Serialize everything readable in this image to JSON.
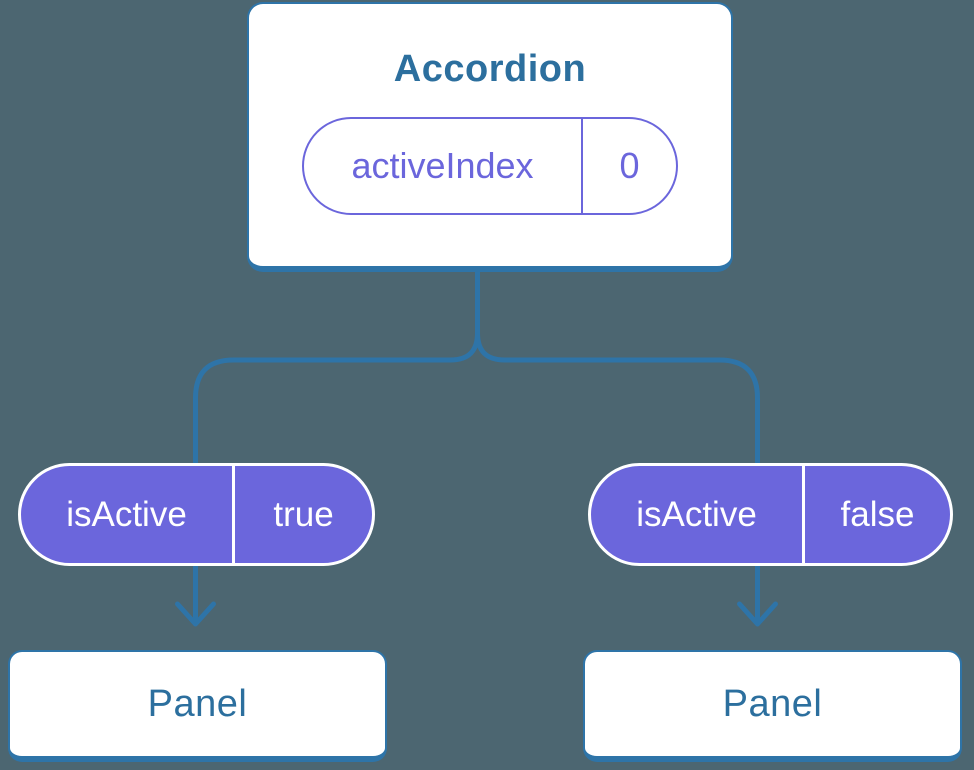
{
  "colors": {
    "background": "#4C6671",
    "line_blue": "#2E74A8",
    "text_blue": "#2C6F9E",
    "pill_purple": "#6B66DC",
    "pill_text_white": "#FFFFFF",
    "card_white": "#FFFFFF"
  },
  "diagram": {
    "root": {
      "title": "Accordion",
      "state_pill": {
        "label": "activeIndex",
        "value": "0"
      }
    },
    "children": [
      {
        "prop_pill": {
          "label": "isActive",
          "value": "true"
        },
        "card": {
          "title": "Panel"
        }
      },
      {
        "prop_pill": {
          "label": "isActive",
          "value": "false"
        },
        "card": {
          "title": "Panel"
        }
      }
    ]
  }
}
